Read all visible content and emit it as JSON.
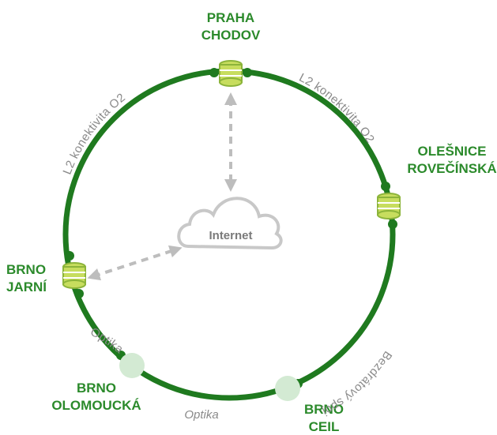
{
  "colors": {
    "ring": "#1f7a1f",
    "node_label": "#2b8a2b",
    "server_fill": "#c7dd5e",
    "server_stroke": "#8cb43a",
    "relay_fill": "#d3ead3",
    "link_label": "#8a8a8a",
    "cloud_stroke": "#c8c8c8",
    "dashed_arrow": "#bdbdbd"
  },
  "nodes": {
    "praha_chodov": {
      "line1": "PRAHA",
      "line2": "CHODOV",
      "icon": "server-stack-icon"
    },
    "olesnice": {
      "line1": "OLEŠNICE",
      "line2": "ROVEČÍNSKÁ",
      "icon": "server-stack-icon"
    },
    "brno_jarni": {
      "line1": "BRNO",
      "line2": "JARNÍ",
      "icon": "server-stack-icon"
    },
    "brno_olomoucka": {
      "line1": "BRNO",
      "line2": "OLOMOUCKÁ",
      "icon": "relay-point-icon"
    },
    "brno_ceil": {
      "line1": "BRNO",
      "line2": "CEIL",
      "icon": "relay-point-icon"
    }
  },
  "links": {
    "top_left": "L2 konektivita O2",
    "top_right": "L2 konektivita O2",
    "right": "Bezdrátový spoj",
    "bottom": "Optika",
    "left_bottom": "Optika"
  },
  "internet": {
    "label": "Internet",
    "icon": "cloud-icon"
  }
}
